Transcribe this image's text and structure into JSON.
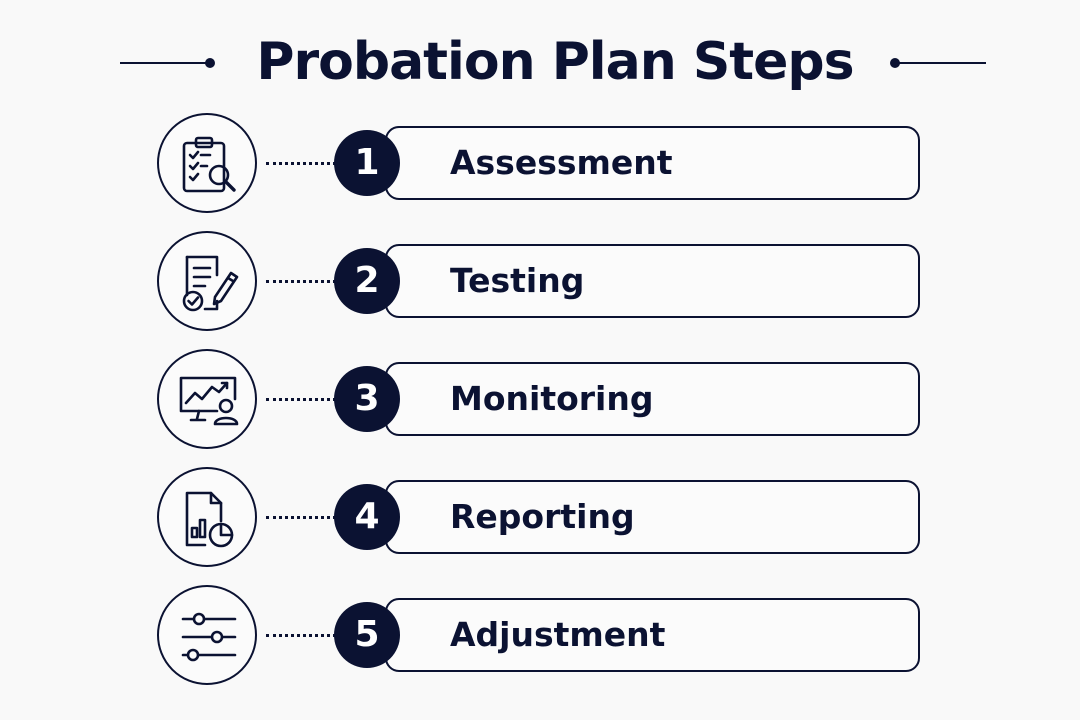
{
  "title": "Probation Plan Steps",
  "colors": {
    "primary": "#0b1232",
    "background": "#f9f9f9"
  },
  "steps": [
    {
      "number": "1",
      "label": "Assessment",
      "icon": "clipboard-checklist-magnifier-icon"
    },
    {
      "number": "2",
      "label": "Testing",
      "icon": "document-pencil-check-icon"
    },
    {
      "number": "3",
      "label": "Monitoring",
      "icon": "monitor-chart-person-icon"
    },
    {
      "number": "4",
      "label": "Reporting",
      "icon": "report-bar-pie-chart-icon"
    },
    {
      "number": "5",
      "label": "Adjustment",
      "icon": "sliders-icon"
    }
  ]
}
